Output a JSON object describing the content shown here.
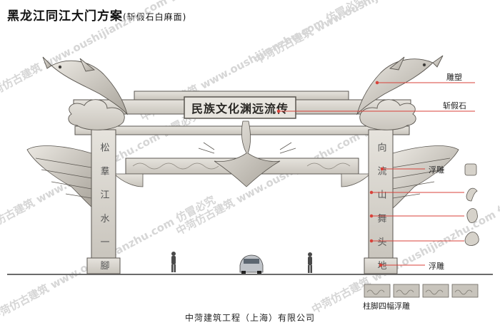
{
  "title": {
    "main": "黑龙江同江大门方案",
    "sub": "(斩假石白麻面)"
  },
  "plaque": {
    "text": "民族文化渊远流传"
  },
  "left_pillar": {
    "inscription": "松 羣 江 水 一 腳"
  },
  "right_pillar": {
    "inscription": "向 流 山 舞 头 地"
  },
  "callouts": [
    {
      "label": "雕塑"
    },
    {
      "label": "斩假石"
    },
    {
      "label": "浮雕"
    },
    {
      "label": "浮雕"
    }
  ],
  "relief_panels": {
    "caption": "柱脚四幅浮雕",
    "count": 4
  },
  "footer": {
    "company": "中菏建筑工程（上海）有限公司"
  },
  "watermark": {
    "text": "中菏仿古建筑 www.oushijianzhu.com 仿冒必究"
  },
  "colors": {
    "stone": "#d9d6d0",
    "stone_dark": "#a8a39a",
    "outline": "#5a5650",
    "callout_line": "#d8423a",
    "ground": "#6b6b6b",
    "watermark": "#c8c8c8"
  }
}
